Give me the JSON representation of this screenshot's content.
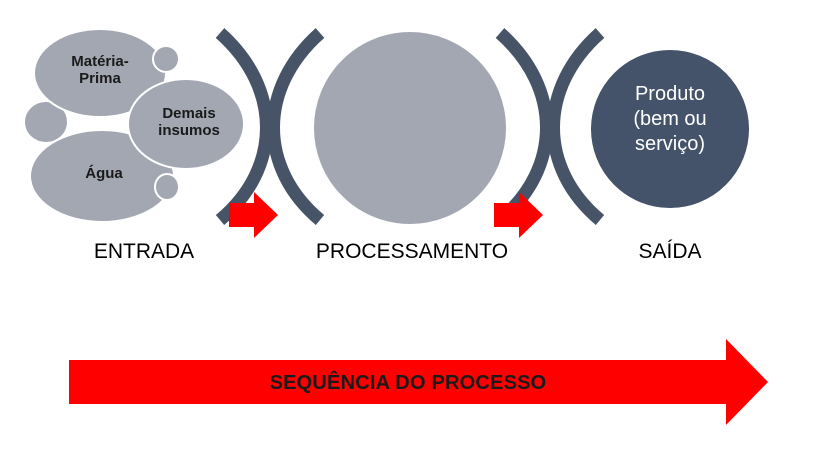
{
  "colors": {
    "bubble_fill": "#a2a7b1",
    "bubble_stroke": "#ffffff",
    "process_circle": "#a2a7b1",
    "bracket": "#475467",
    "output_circle": "#44536a",
    "arrow_red": "#ff0000"
  },
  "input": {
    "items": [
      "Matéria-Prima",
      "Demais insumos",
      "Água"
    ],
    "item_lines": {
      "materia": [
        "Matéria-",
        "Prima"
      ],
      "demais": [
        "Demais",
        "insumos"
      ],
      "agua": [
        "Água"
      ]
    }
  },
  "output": {
    "lines": [
      "Produto",
      "(bem ou",
      "serviço)"
    ]
  },
  "stages": {
    "entrada": "ENTRADA",
    "processamento": "PROCESSAMENTO",
    "saida": "SAÍDA"
  },
  "sequence": {
    "label": "SEQUÊNCIA DO PROCESSO"
  }
}
